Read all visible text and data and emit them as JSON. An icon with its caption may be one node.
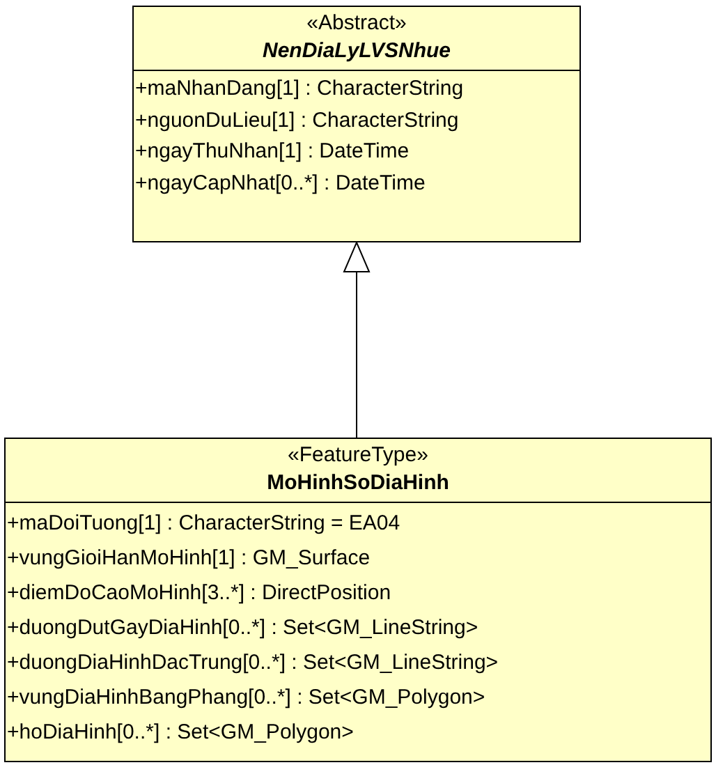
{
  "diagram": {
    "nodes": [
      {
        "text": [
          "«Abstract»",
          "NenDiaLyLVSNhue",
          "+maNhanDang[1] : CharacterString",
          "+nguonDuLieu[1] : CharacterString",
          "+ngayThuNhan[1] : DateTime",
          "+ngayCapNhat[0..*] : DateTime"
        ]
      },
      {
        "text": [
          "«FeatureType»",
          "MoHinhSoDiaHinh",
          "+maDoiTuong[1] : CharacterString = EA04",
          "+vungGioiHanMoHinh[1] : GM_Surface",
          "+diemDoCaoMoHinh[3..*] : DirectPosition",
          "+duongDutGayDiaHinh[0..*] : Set<GM_LineString>",
          "+duongDiaHinhDacTrung[0..*] : Set<GM_LineString>",
          "+vungDiaHinhBangPhang[0..*] : Set<GM_Polygon>",
          "+hoDiaHinh[0..*] : Set<GM_Polygon>"
        ]
      }
    ],
    "edges": [
      {
        "from": 1,
        "to": 0,
        "arrow": "to"
      }
    ]
  }
}
